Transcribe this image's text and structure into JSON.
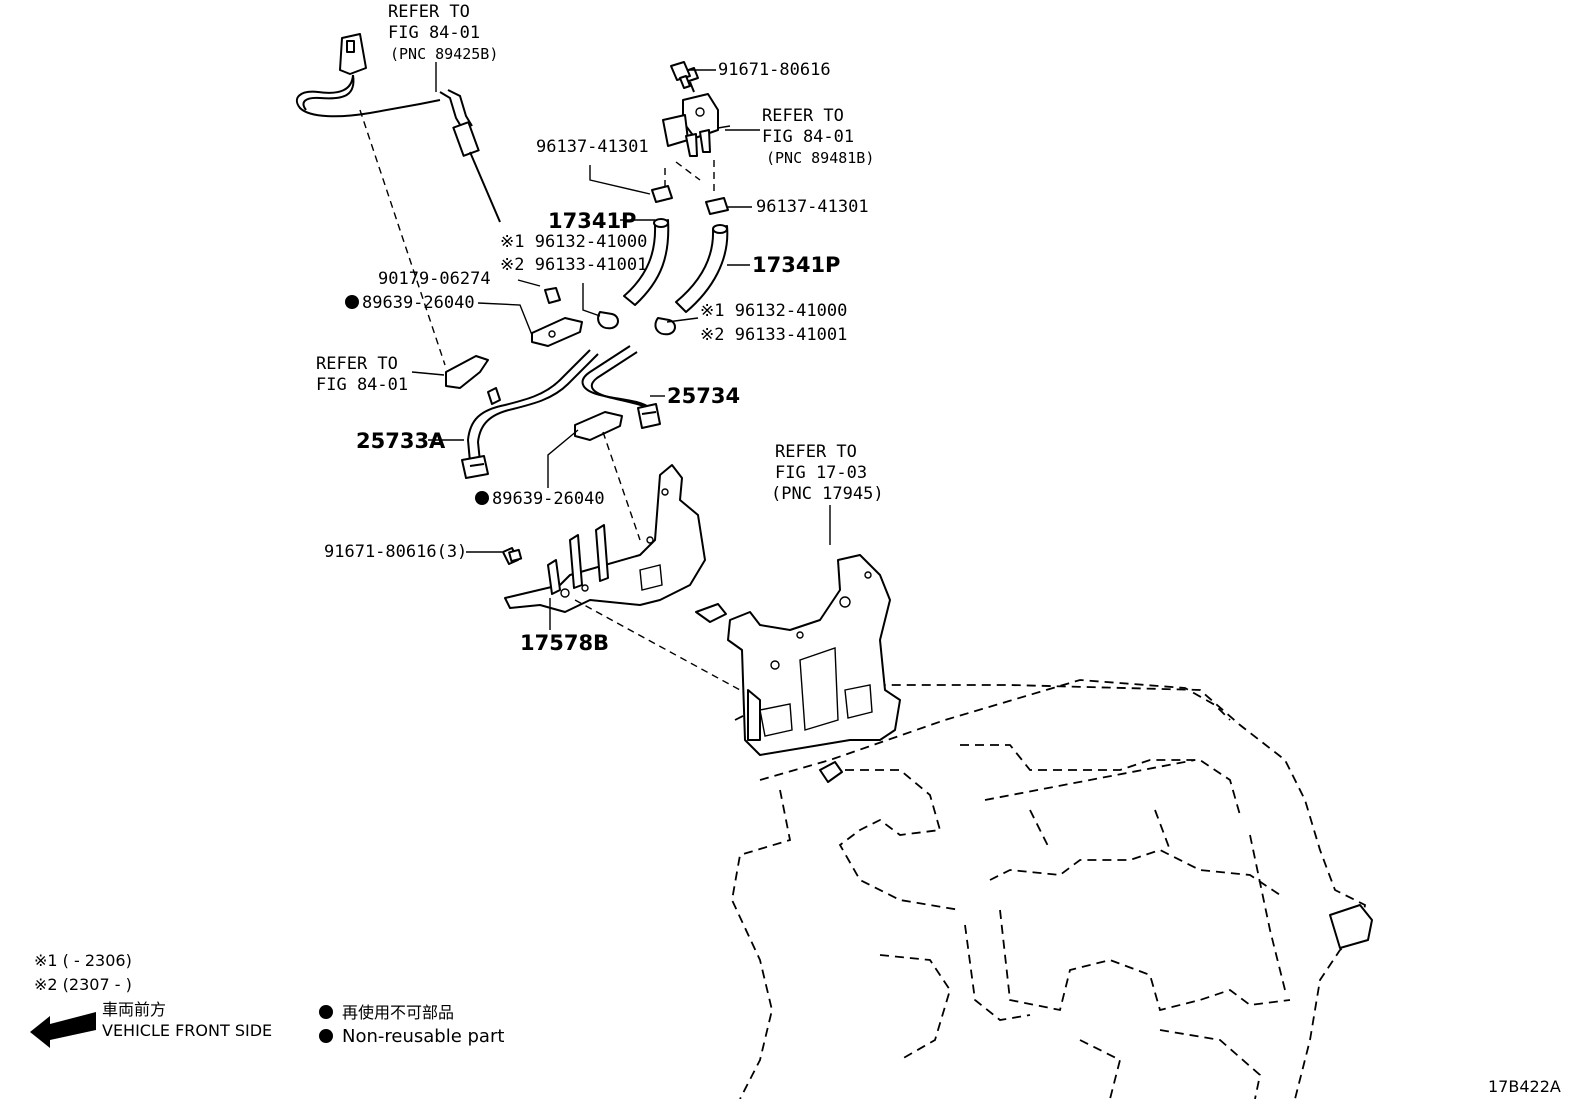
{
  "refs": {
    "sensor_top": [
      "REFER TO",
      "FIG 84-01",
      "(PNC 89425B)"
    ],
    "sensor_right": [
      "REFER TO",
      "FIG 84-01",
      "(PNC 89481B)"
    ],
    "bracket_left": [
      "REFER TO",
      "FIG 84-01"
    ],
    "bracket_right": [
      "REFER TO",
      "FIG 17-03",
      "(PNC 17945)"
    ]
  },
  "labels": {
    "bolt_top": "91671-80616",
    "clip_left": "96137-41301",
    "clip_right": "96137-41301",
    "hose_left": "17341P",
    "hose_right": "17341P",
    "clamp_left_1": "※1 96132-41000",
    "clamp_left_2": "※2 96133-41001",
    "clamp_right_1": "※1 96132-41000",
    "clamp_right_2": "※2 96133-41001",
    "nut": "90179-06274",
    "clamp_upper": "89639-26040",
    "clamp_lower": "89639-26040",
    "pipe_left": "25733A",
    "pipe_right": "25734",
    "bolt_bracket": "91671-80616(3)",
    "bracket": "17578B"
  },
  "legend": {
    "note1": "※1 (      - 2306)",
    "note2": "※2 (2307 -      )",
    "front_jp": "車両前方",
    "front_en": "VEHICLE FRONT SIDE",
    "nonreuse_jp": "再使用不可部品",
    "nonreuse_en": "Non-reusable part"
  },
  "figure_code": "17B422A"
}
